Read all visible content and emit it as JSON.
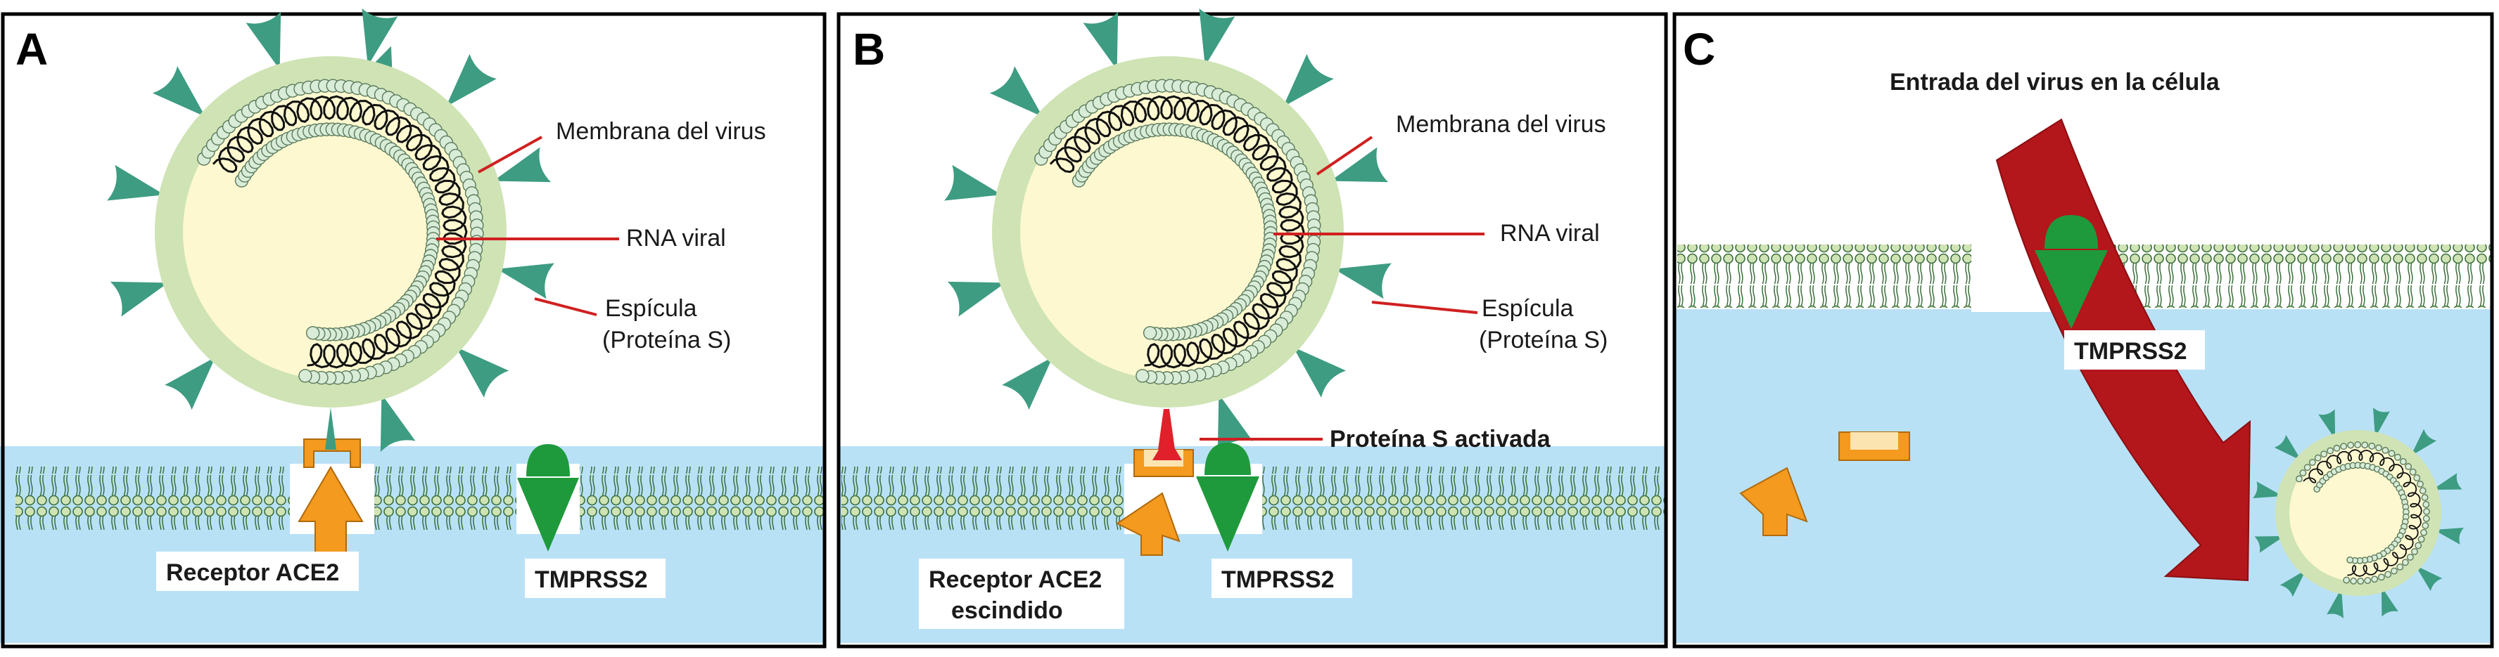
{
  "panels": [
    {
      "letter": "A",
      "labels": {
        "membrane": "Membrana del virus",
        "rna": "RNA viral",
        "spike_1": "Espícula",
        "spike_2": "(Proteína S)",
        "ace2": "Receptor ACE2",
        "tmprss2": "TMPRSS2"
      }
    },
    {
      "letter": "B",
      "labels": {
        "membrane": "Membrana del virus",
        "rna": "RNA viral",
        "spike_1": "Espícula",
        "spike_2": "(Proteína S)",
        "activated": "Proteína S activada",
        "ace2_1": "Receptor ACE2",
        "ace2_2": "escindido",
        "tmprss2": "TMPRSS2"
      }
    },
    {
      "letter": "C",
      "labels": {
        "entry": "Entrada del virus en la célula",
        "tmprss2": "TMPRSS2"
      }
    }
  ],
  "colors": {
    "spike": "#3d9c82",
    "virus_shell": "#cfe3b4",
    "virus_core": "#fdf8cf",
    "bead": "#d8ecd8",
    "cytoplasm": "#b9e1f6",
    "ace2": "#f39a1f",
    "tmprss2": "#1e9a3c",
    "red_line": "#d02020",
    "big_arrow": "#b3161b",
    "activated_spike": "#e0202a"
  }
}
